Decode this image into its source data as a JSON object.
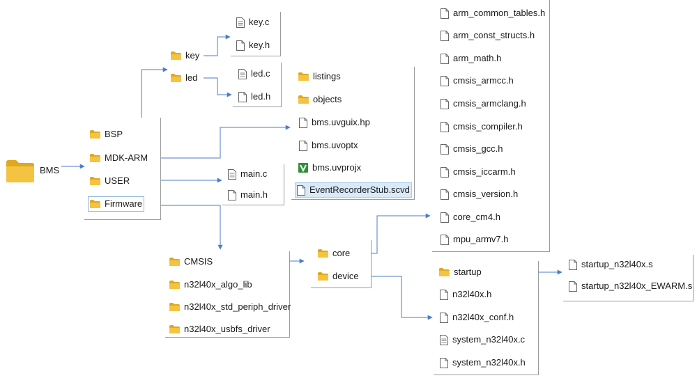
{
  "root": {
    "label": "BMS",
    "icon": "folder-icon"
  },
  "bms_children": [
    "BSP",
    "MDK-ARM",
    "USER",
    "Firmware"
  ],
  "bsp_children": [
    "key",
    "led"
  ],
  "key_files": [
    "key.c",
    "key.h"
  ],
  "led_files": [
    "led.c",
    "led.h"
  ],
  "user_files": [
    "main.c",
    "main.h"
  ],
  "mdk_items": [
    "listings",
    "objects",
    "bms.uvguix.hp",
    "bms.uvoptx",
    "bms.uvprojx",
    "EventRecorderStub.scvd"
  ],
  "firmware_children": [
    "CMSIS",
    "n32l40x_algo_lib",
    "n32l40x_std_periph_driver",
    "n32l40x_usbfs_driver"
  ],
  "cmsis_children": [
    "core",
    "device"
  ],
  "core_files": [
    "arm_common_tables.h",
    "arm_const_structs.h",
    "arm_math.h",
    "cmsis_armcc.h",
    "cmsis_armclang.h",
    "cmsis_compiler.h",
    "cmsis_gcc.h",
    "cmsis_iccarm.h",
    "cmsis_version.h",
    "core_cm4.h",
    "mpu_armv7.h"
  ],
  "device_items": [
    "startup",
    "n32l40x.h",
    "n32l40x_conf.h",
    "system_n32l40x.c",
    "system_n32l40x.h"
  ],
  "startup_files": [
    "startup_n32l40x.s",
    "startup_n32l40x_EWARM.s"
  ],
  "colors": {
    "folder": "#f5c342",
    "folder_dark": "#e0a81c",
    "link": "#4a7ec8",
    "selected_bg": "#d8e9f8",
    "keil_green": "#2f8f3a"
  }
}
